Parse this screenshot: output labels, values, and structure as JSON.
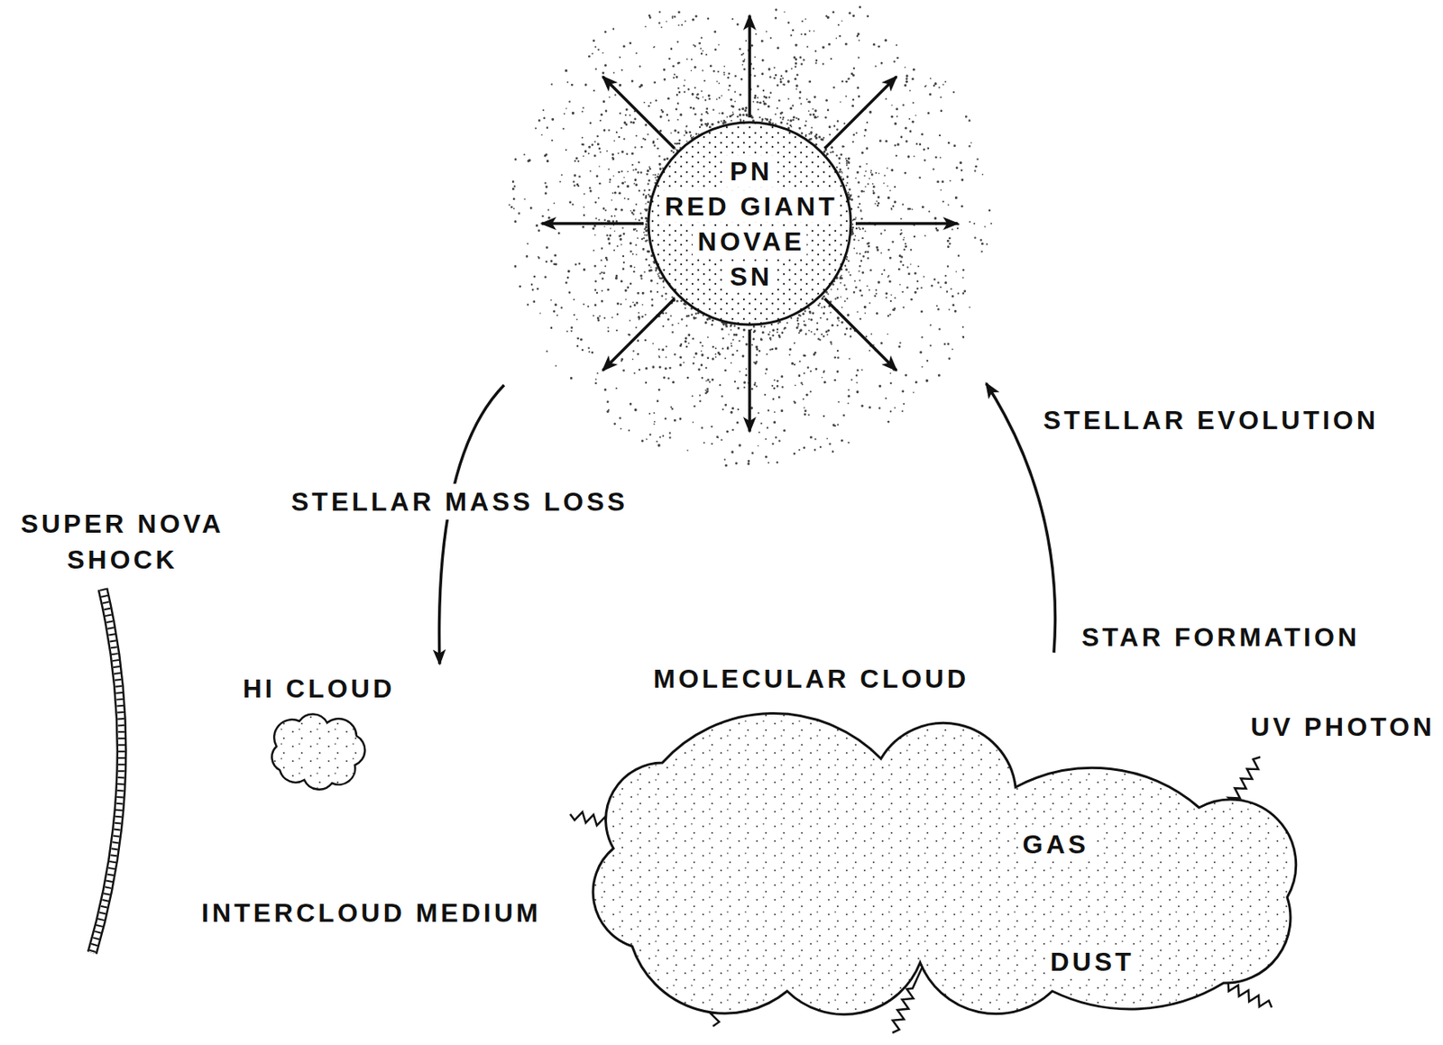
{
  "diagram": {
    "nodes": [
      {
        "text": [
          "PN",
          "RED GIANT",
          "NOVAE",
          "SN"
        ]
      },
      {
        "text": [
          "HI CLOUD"
        ]
      },
      {
        "text": [
          "MOLECULAR CLOUD"
        ]
      },
      {
        "text": [
          "GAS"
        ],
        "in": 2
      },
      {
        "text": [
          "DUST"
        ],
        "in": 2
      }
    ],
    "edges": [
      {
        "from": 2,
        "to": 0,
        "arrow": "to"
      },
      {
        "from": 3,
        "to": 4,
        "arrow": "to"
      },
      {
        "from": 4,
        "to": 3,
        "arrow": "to"
      }
    ],
    "labels": [
      "STELLAR EVOLUTION",
      "SUPER NOVA SHOCK",
      "STELLAR MASS LOSS",
      "STAR FORMATION",
      "INTERCLOUD MEDIUM",
      "UV PHOTON"
    ]
  }
}
